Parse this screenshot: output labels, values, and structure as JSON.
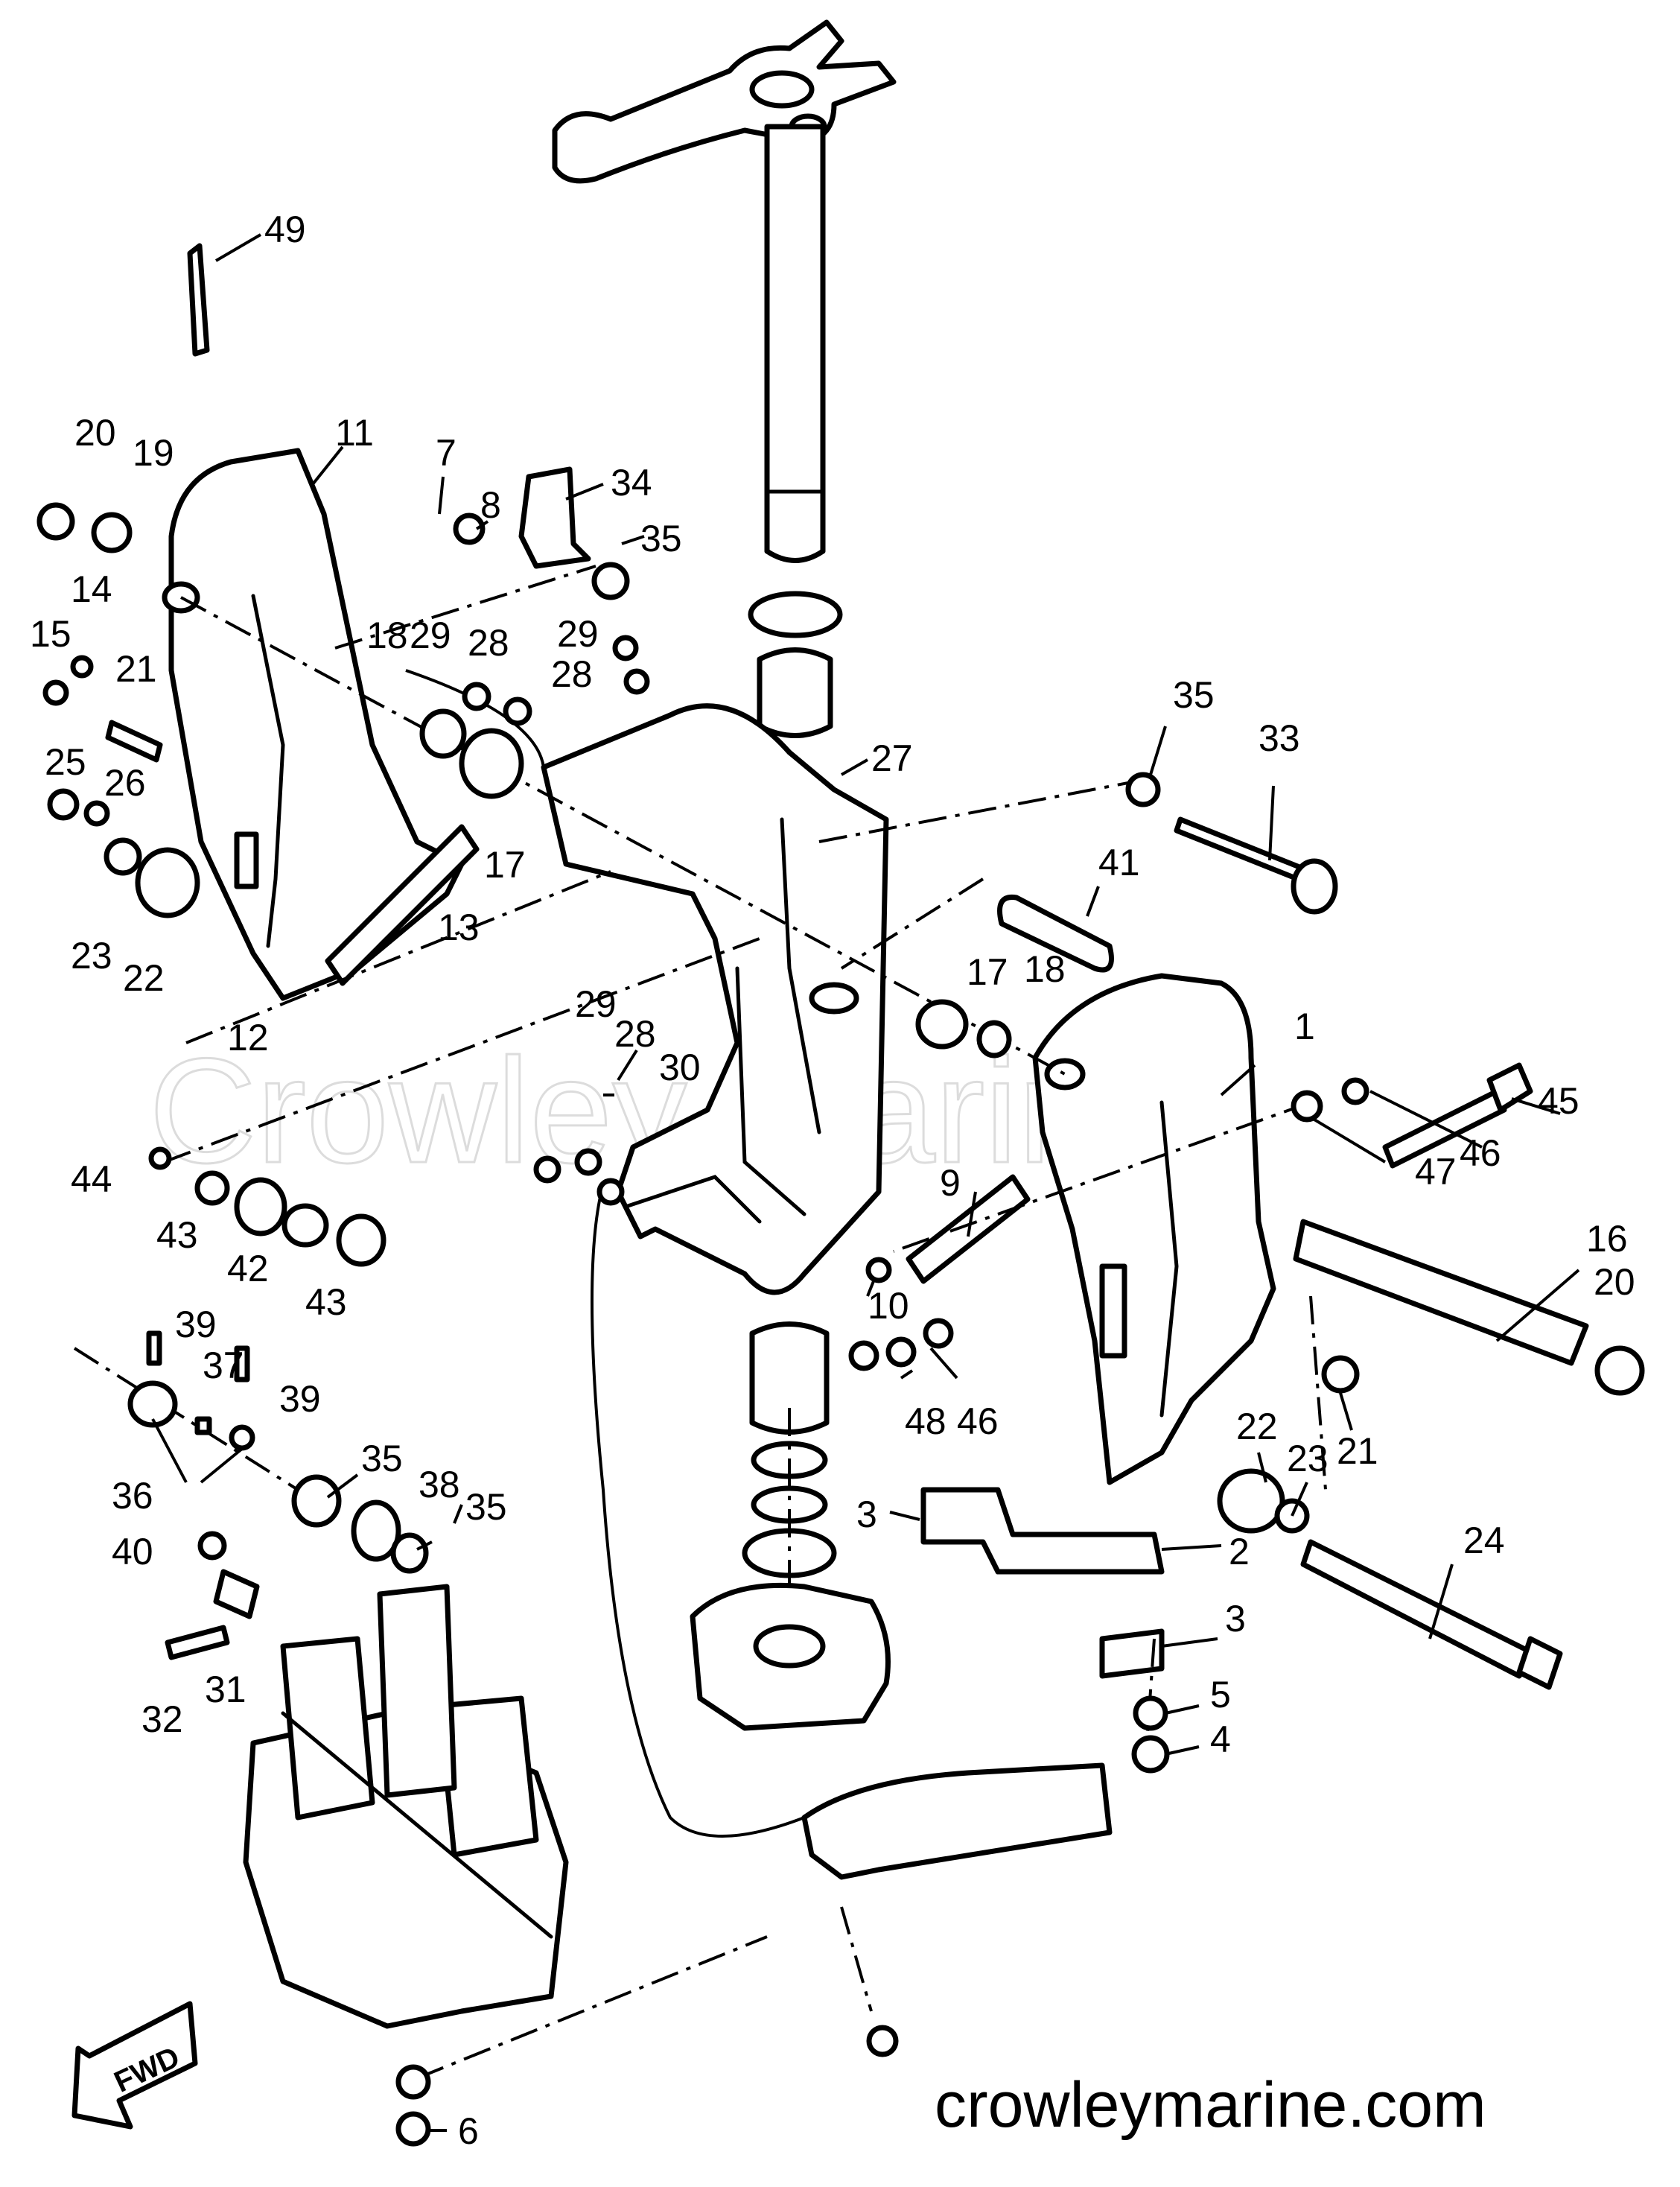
{
  "watermark": "Crowley Marine",
  "site_footer": "crowleymarine.com",
  "fwd_label": "FWD",
  "callouts": [
    {
      "id": "c49",
      "label": "49"
    },
    {
      "id": "c20a",
      "label": "20"
    },
    {
      "id": "c19",
      "label": "19"
    },
    {
      "id": "c11",
      "label": "11"
    },
    {
      "id": "c7",
      "label": "7"
    },
    {
      "id": "c8",
      "label": "8"
    },
    {
      "id": "c34",
      "label": "34"
    },
    {
      "id": "c35a",
      "label": "35"
    },
    {
      "id": "c14",
      "label": "14"
    },
    {
      "id": "c15",
      "label": "15"
    },
    {
      "id": "c18a",
      "label": "18"
    },
    {
      "id": "c29a",
      "label": "29"
    },
    {
      "id": "c28a",
      "label": "28"
    },
    {
      "id": "c29b",
      "label": "29"
    },
    {
      "id": "c28b",
      "label": "28"
    },
    {
      "id": "c21a",
      "label": "21"
    },
    {
      "id": "c25",
      "label": "25"
    },
    {
      "id": "c26",
      "label": "26"
    },
    {
      "id": "c27",
      "label": "27"
    },
    {
      "id": "c35b",
      "label": "35"
    },
    {
      "id": "c33",
      "label": "33"
    },
    {
      "id": "c17a",
      "label": "17"
    },
    {
      "id": "c23a",
      "label": "23"
    },
    {
      "id": "c22a",
      "label": "22"
    },
    {
      "id": "c13",
      "label": "13"
    },
    {
      "id": "c41",
      "label": "41"
    },
    {
      "id": "c12",
      "label": "12"
    },
    {
      "id": "c17b",
      "label": "17"
    },
    {
      "id": "c18b",
      "label": "18"
    },
    {
      "id": "c1",
      "label": "1"
    },
    {
      "id": "c29c",
      "label": "29"
    },
    {
      "id": "c28c",
      "label": "28"
    },
    {
      "id": "c30",
      "label": "30"
    },
    {
      "id": "c45",
      "label": "45"
    },
    {
      "id": "c46a",
      "label": "46"
    },
    {
      "id": "c44",
      "label": "44"
    },
    {
      "id": "c47",
      "label": "47"
    },
    {
      "id": "c9",
      "label": "9"
    },
    {
      "id": "c43a",
      "label": "43"
    },
    {
      "id": "c42",
      "label": "42"
    },
    {
      "id": "c16",
      "label": "16"
    },
    {
      "id": "c43b",
      "label": "43"
    },
    {
      "id": "c10",
      "label": "10"
    },
    {
      "id": "c20b",
      "label": "20"
    },
    {
      "id": "c39a",
      "label": "39"
    },
    {
      "id": "c37",
      "label": "37"
    },
    {
      "id": "c39b",
      "label": "39"
    },
    {
      "id": "c48",
      "label": "48"
    },
    {
      "id": "c46b",
      "label": "46"
    },
    {
      "id": "c21b",
      "label": "21"
    },
    {
      "id": "c36",
      "label": "36"
    },
    {
      "id": "c35c",
      "label": "35"
    },
    {
      "id": "c22b",
      "label": "22"
    },
    {
      "id": "c38",
      "label": "38"
    },
    {
      "id": "c23b",
      "label": "23"
    },
    {
      "id": "c35d",
      "label": "35"
    },
    {
      "id": "c3a",
      "label": "3"
    },
    {
      "id": "c40",
      "label": "40"
    },
    {
      "id": "c2",
      "label": "2"
    },
    {
      "id": "c24",
      "label": "24"
    },
    {
      "id": "c3b",
      "label": "3"
    },
    {
      "id": "c31",
      "label": "31"
    },
    {
      "id": "c32",
      "label": "32"
    },
    {
      "id": "c5",
      "label": "5"
    },
    {
      "id": "c4",
      "label": "4"
    },
    {
      "id": "c6",
      "label": "6"
    }
  ]
}
